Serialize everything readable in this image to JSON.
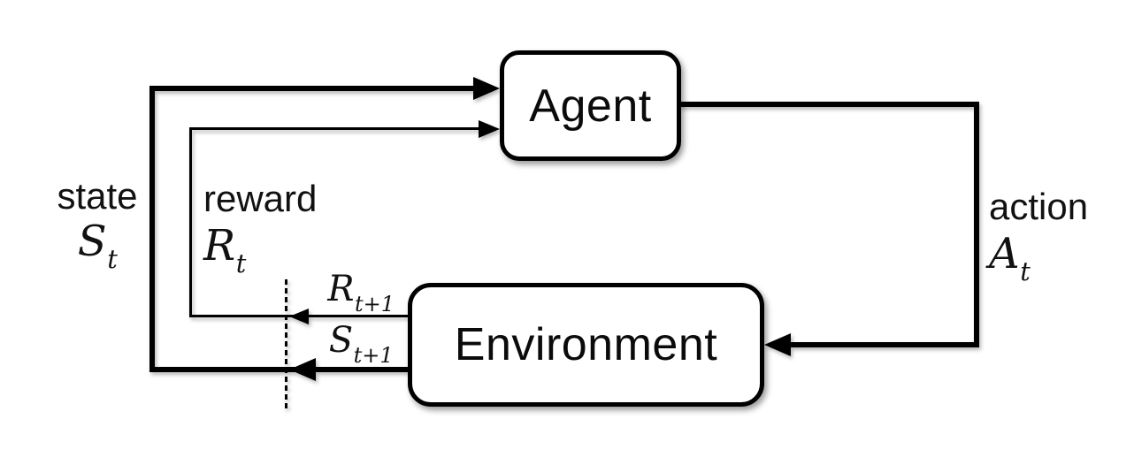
{
  "nodes": {
    "agent": "Agent",
    "environment": "Environment"
  },
  "edge_labels": {
    "state": {
      "word": "state",
      "base": "S",
      "sub": "t"
    },
    "reward": {
      "word": "reward",
      "base": "R",
      "sub": "t"
    },
    "action": {
      "word": "action",
      "base": "A",
      "sub": "t"
    },
    "next_reward": {
      "base": "R",
      "sub": "t+1"
    },
    "next_state": {
      "base": "S",
      "sub": "t+1"
    }
  },
  "edges": [
    {
      "from": "agent",
      "to": "environment",
      "label": "action At"
    },
    {
      "from": "environment",
      "to": "agent",
      "label": "state St"
    },
    {
      "from": "environment",
      "to": "agent",
      "label": "reward Rt"
    },
    {
      "from": "environment",
      "to": "agent",
      "label": "Rt+1"
    },
    {
      "from": "environment",
      "to": "agent",
      "label": "St+1"
    }
  ],
  "colors": {
    "line": "#000000",
    "background": "#ffffff",
    "box_fill": "#ffffff",
    "box_border": "#000000",
    "text": "#111111"
  }
}
